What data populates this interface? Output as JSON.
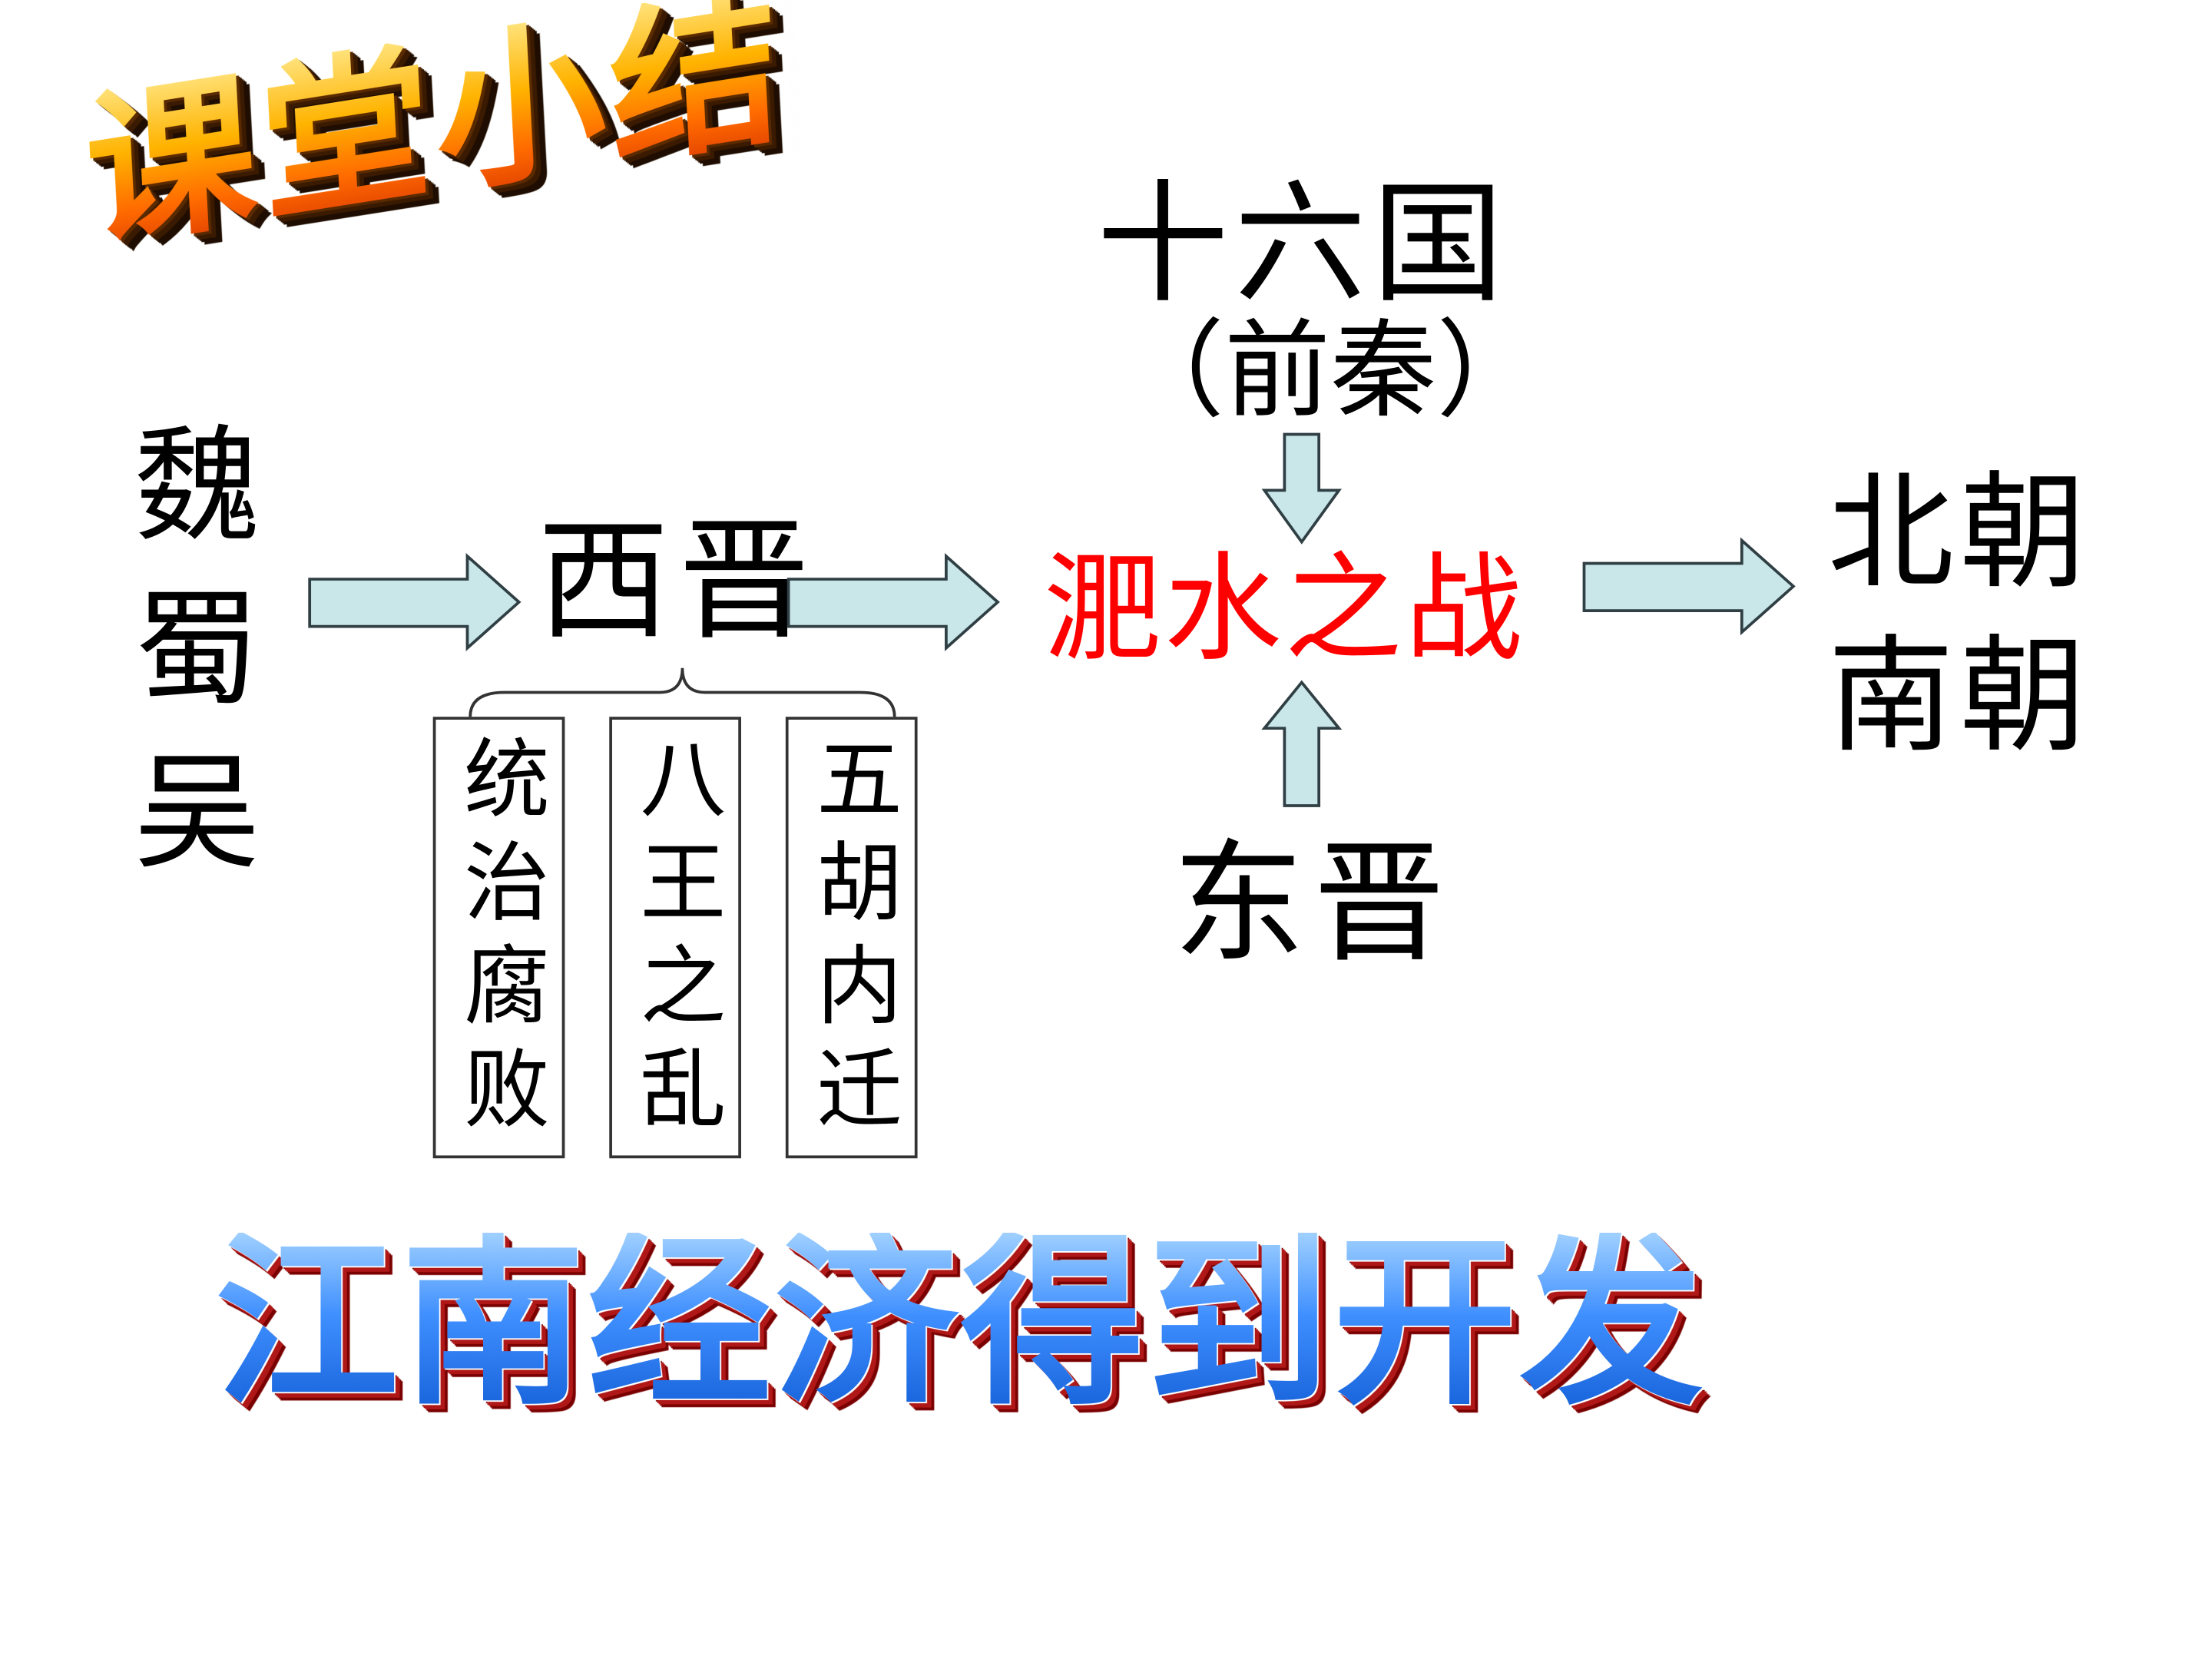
{
  "title": "课堂小结",
  "three_kingdoms": "魏蜀吴",
  "western_jin": "西晋",
  "causes": [
    "统治腐败",
    "八王之乱",
    "五胡内迁"
  ],
  "sixteen_kingdoms": "十六国",
  "former_qin": "（前秦）",
  "battle": "淝水之战",
  "eastern_jin": "东晋",
  "northern_dynasties": "北朝",
  "southern_dynasties": "南朝",
  "conclusion": "江南经济得到开发",
  "colors": {
    "arrow_fill": "#c9e6e8",
    "arrow_stroke": "#2f3f44",
    "battle_text": "#ff0000",
    "title_orange": "#ff8a00",
    "conclusion_blue": "#2a7be8"
  }
}
